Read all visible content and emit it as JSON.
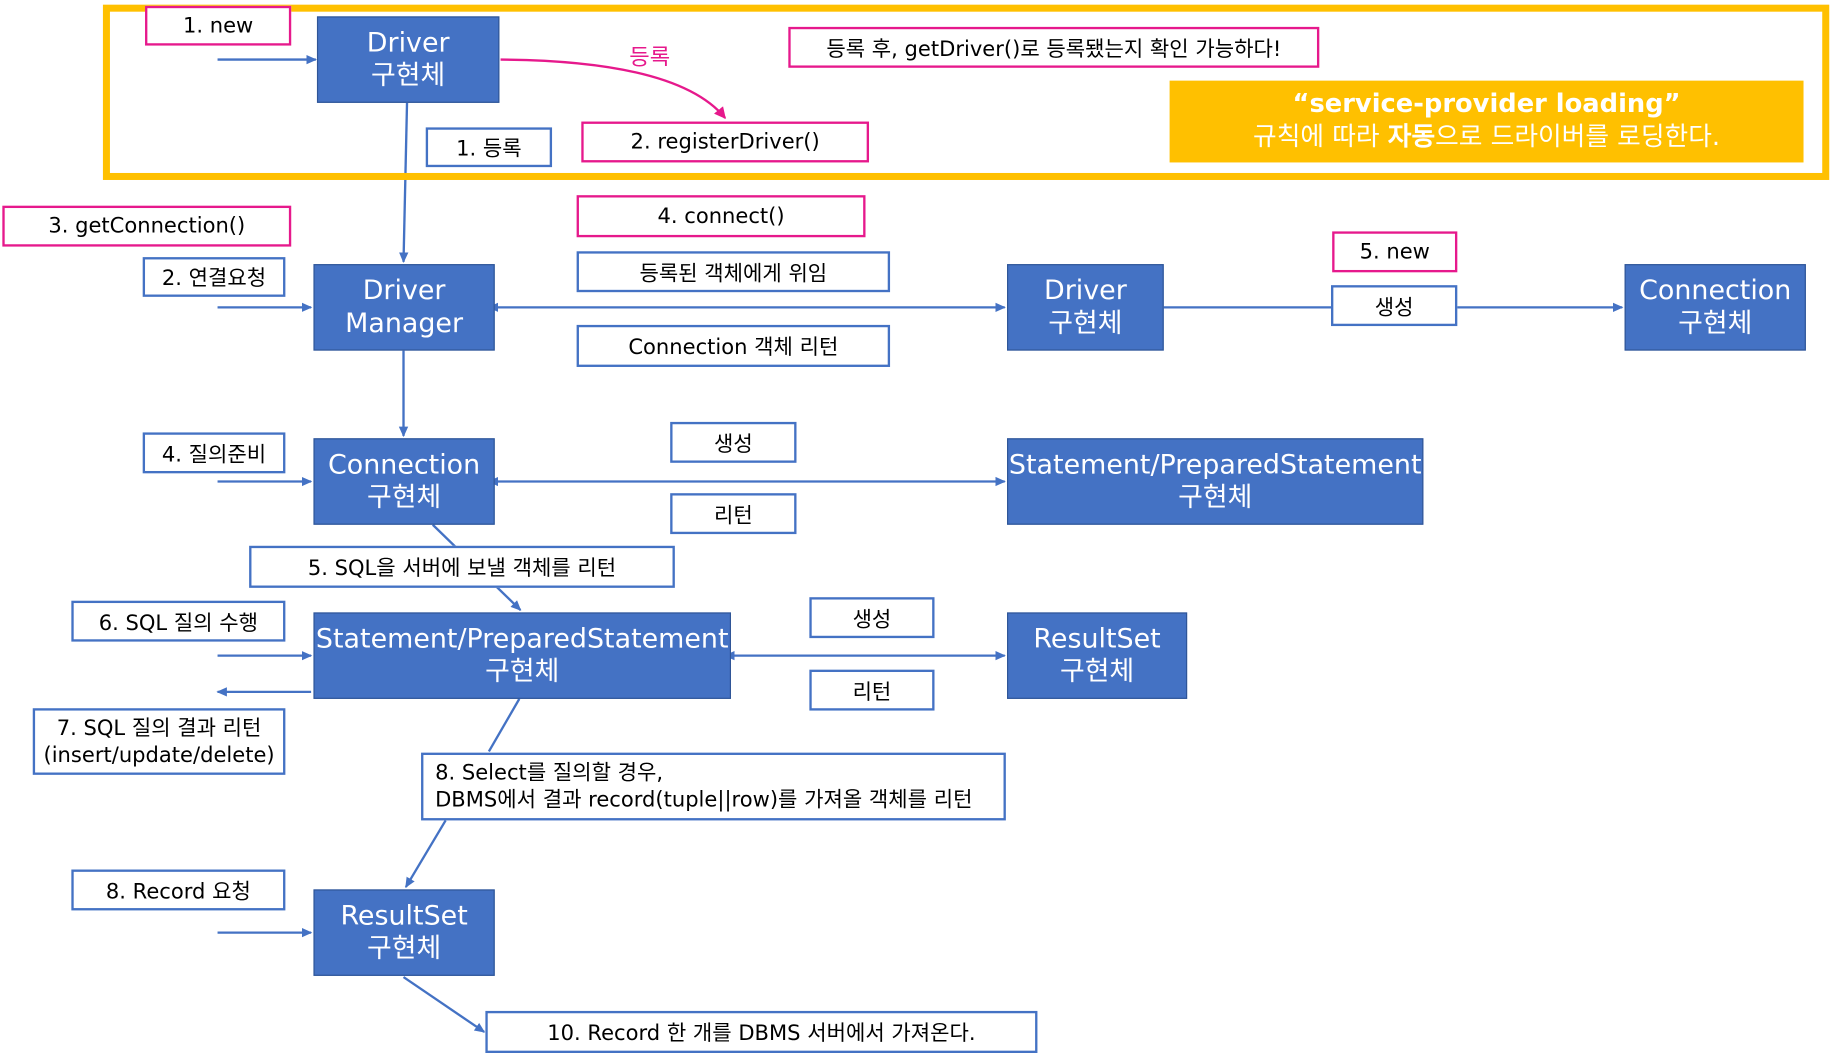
{
  "boxes": {
    "driver_impl_top": [
      "Driver",
      "구현체"
    ],
    "driver_manager": [
      "Driver",
      "Manager"
    ],
    "connection_impl": [
      "Connection",
      "구현체"
    ],
    "statement_impl": [
      "Statement/PreparedStatement",
      "구현체"
    ],
    "resultset_impl": [
      "ResultSet",
      "구현체"
    ],
    "driver_impl_right": [
      "Driver",
      "구현체"
    ],
    "connection_impl_right": [
      "Connection",
      "구현체"
    ],
    "statement_impl_right": [
      "Statement/PreparedStatement",
      "구현체"
    ],
    "resultset_impl_right": [
      "ResultSet",
      "구현체"
    ]
  },
  "labels": {
    "step1_new": "1. new",
    "step1_register": "1. 등록",
    "step2_registerDriver": "2. registerDriver()",
    "register_arrow_label": "등록",
    "register_note": "등록 후, getDriver()로 등록됐는지 확인 가능하다!",
    "step3_getConnection": "3. getConnection()",
    "step2_connect_request": "2. 연결요청",
    "step4_connect": "4. connect()",
    "delegate": "등록된 객체에게 위임",
    "connection_return": "Connection 객체 리턴",
    "step5_new": "5. new",
    "create_connection": "생성",
    "step4_prepare": "4. 질의준비",
    "create_statement": "생성",
    "return_statement": "리턴",
    "step5_sql_return": "5. SQL을 서버에 보낼 객체를 리턴",
    "step6_sql_exec": "6. SQL 질의 수행",
    "create_resultset": "생성",
    "return_resultset": "리턴",
    "step7_lines": [
      "7. SQL 질의 결과 리턴",
      "(insert/update/delete)"
    ],
    "step8_lines": [
      "8. Select를 질의할 경우,",
      "DBMS에서 결과 record(tuple||row)를 가져올 객체를 리턴"
    ],
    "step8_record": "8. Record 요청",
    "step10": "10. Record 한 개를 DBMS 서버에서 가져온다."
  },
  "callout": {
    "quote": "“service-provider loading”",
    "line_before": "규칙에 따라 ",
    "line_bold": "자동",
    "line_after": "으로 드라이버를 로딩한다."
  },
  "colors": {
    "box_fill": "#4472c4",
    "box_border": "#2f5597",
    "arrow": "#4472c4",
    "pink": "#e6198c",
    "highlight": "#ffc000"
  }
}
